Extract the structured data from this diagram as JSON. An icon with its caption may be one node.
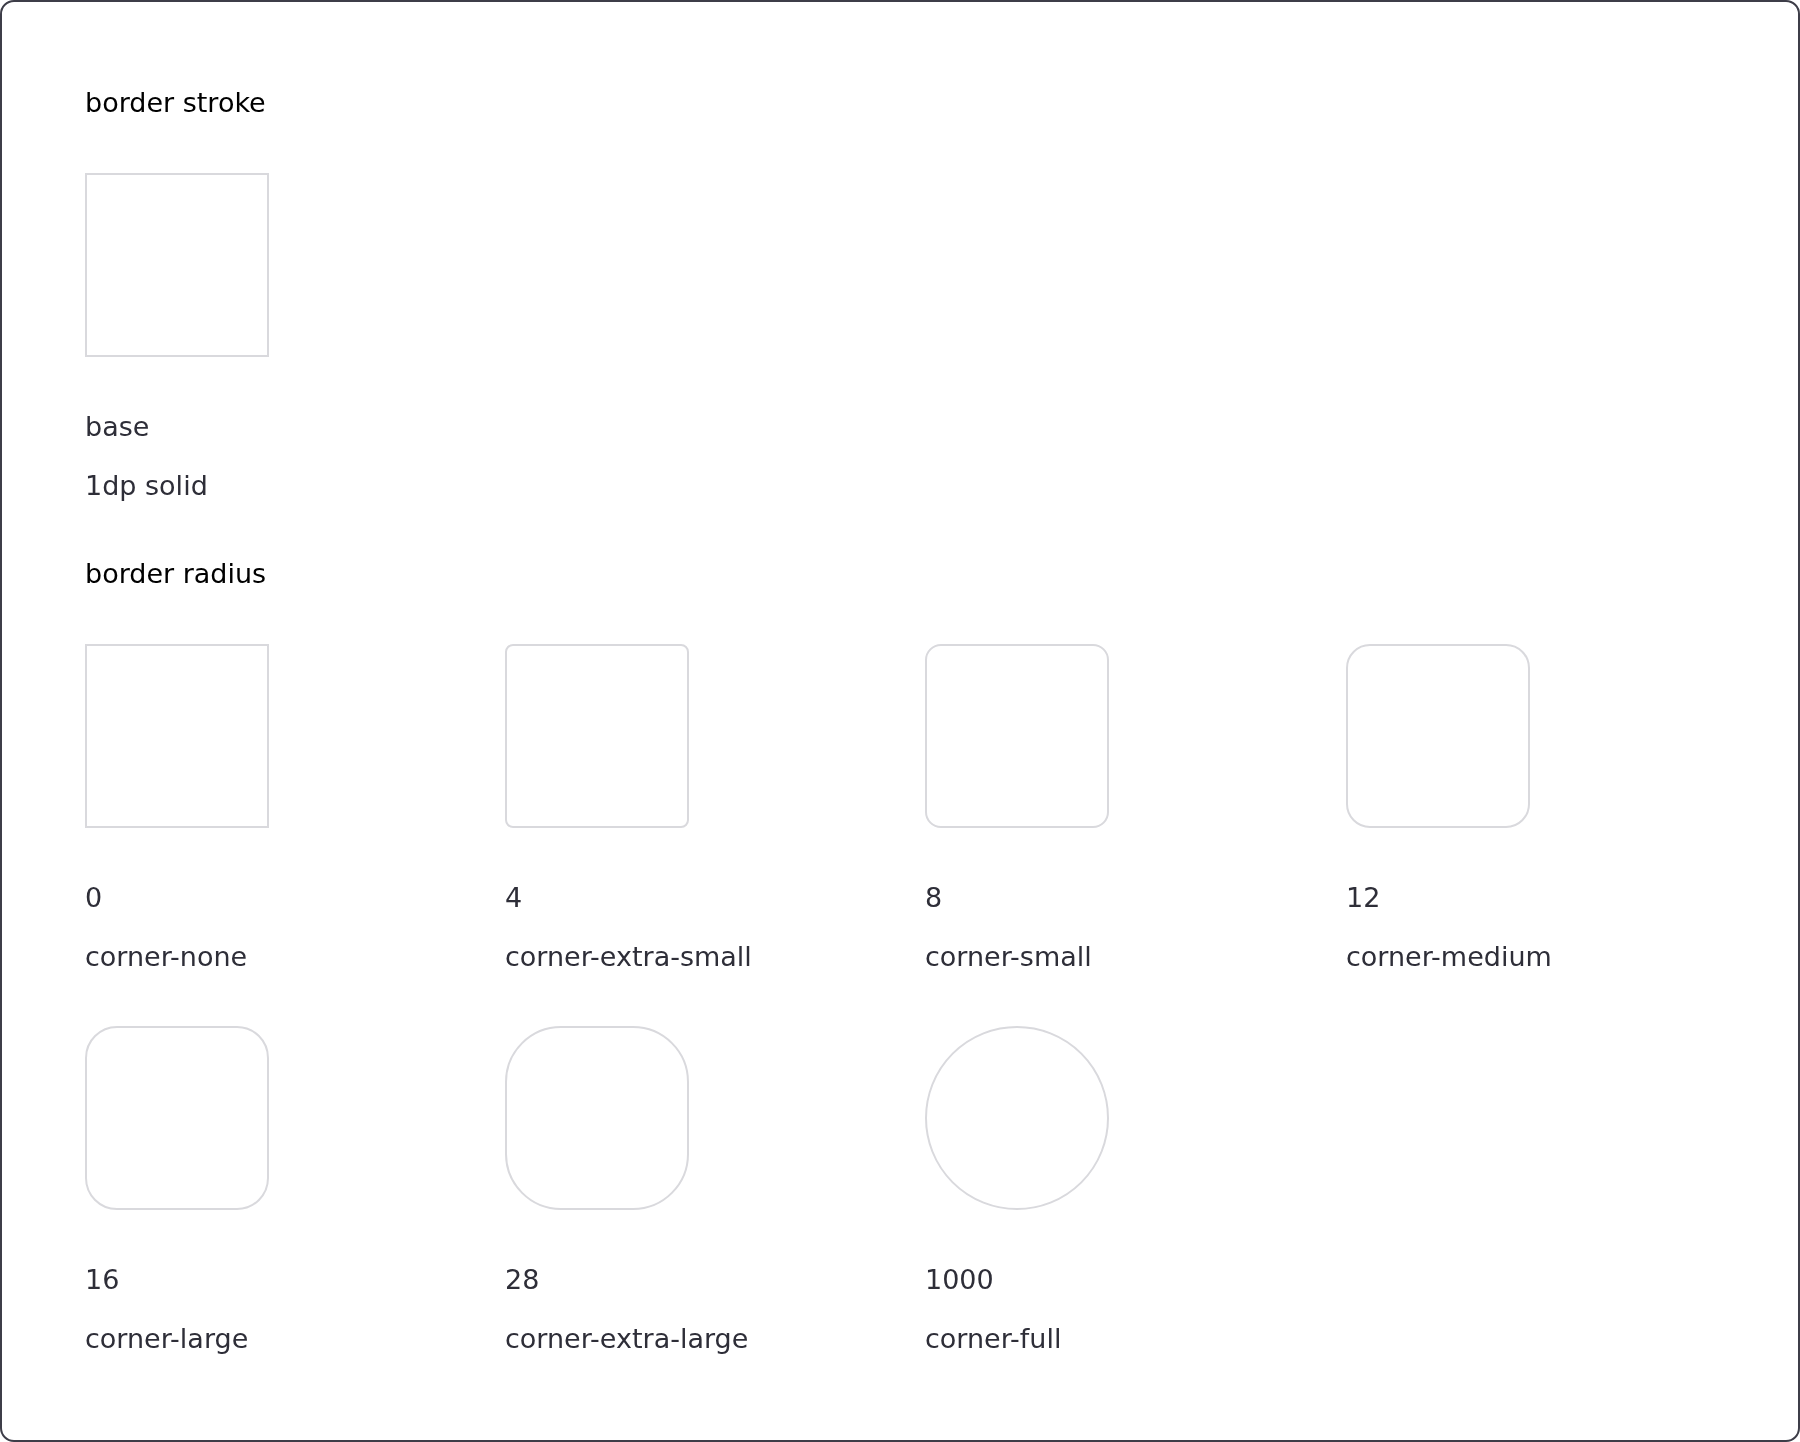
{
  "diagram": {
    "nodes": [
      {
        "text": [],
        "shape": "box",
        "beside": [
          "base",
          "1dp solid"
        ]
      },
      {
        "text": [],
        "shape": "box",
        "beside": [
          "0",
          "corner-none"
        ]
      },
      {
        "text": [],
        "shape": "box",
        "beside": [
          "4",
          "corner-extra-small"
        ]
      },
      {
        "text": [],
        "shape": "box",
        "beside": [
          "8",
          "corner-small"
        ]
      },
      {
        "text": [],
        "shape": "box",
        "beside": [
          "12",
          "corner-medium"
        ]
      },
      {
        "text": [],
        "shape": "box",
        "beside": [
          "16",
          "corner-large"
        ]
      },
      {
        "text": [],
        "shape": "box",
        "beside": [
          "28",
          "corner-extra-large"
        ]
      },
      {
        "text": [],
        "shape": "circle",
        "beside": [
          "1000",
          "corner-full"
        ]
      }
    ],
    "labels": [
      "border stroke",
      "border radius"
    ]
  }
}
